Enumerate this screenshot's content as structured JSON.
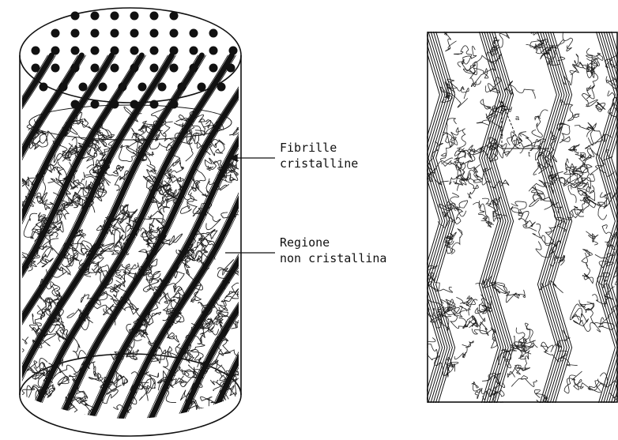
{
  "labels": {
    "fibrille_line1": "Fibrille",
    "fibrille_line2": "cristalline",
    "regione_line1": "Regione",
    "regione_line2": "non cristallina"
  },
  "panel": {
    "symbol_theta": "θ",
    "symbol_a": "a",
    "symbol_l": "l",
    "symbol_t": "t"
  },
  "colors": {
    "ink": "#111111",
    "background": "#ffffff"
  }
}
